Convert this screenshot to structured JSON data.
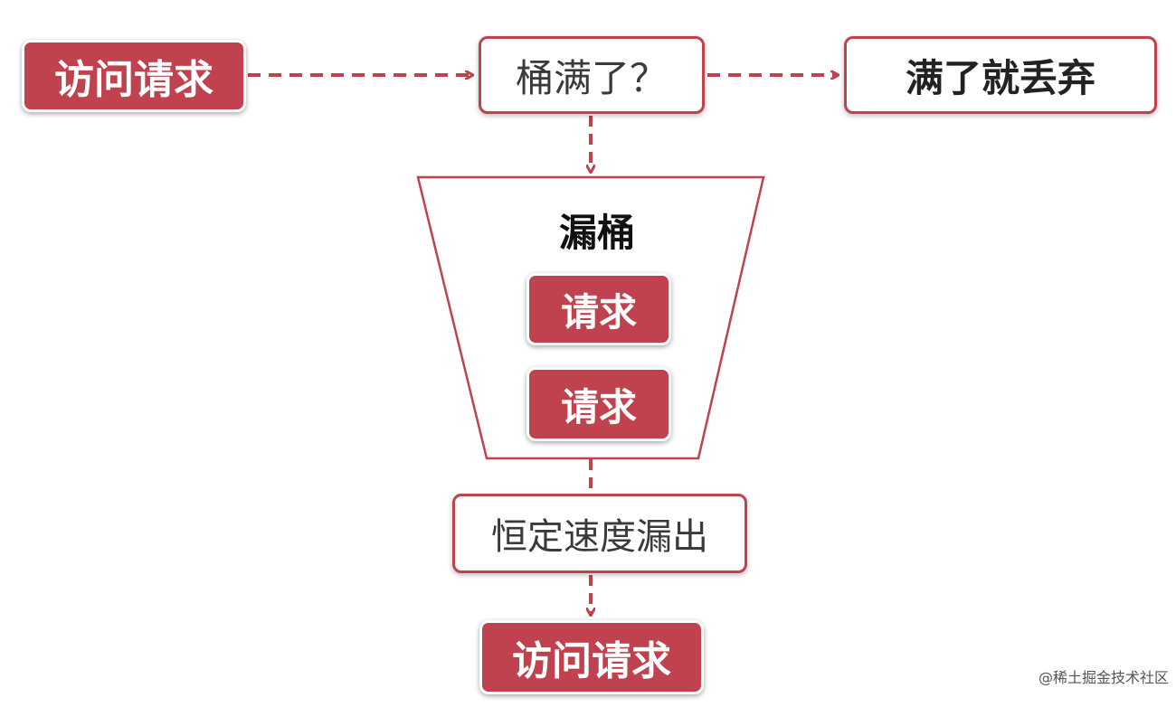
{
  "diagram": {
    "nodes": {
      "request_in": "访问请求",
      "bucket_full_question": "桶满了？",
      "full_discard": "满了就丢弃",
      "bucket_title": "漏桶",
      "queued_request_1": "请求",
      "queued_request_2": "请求",
      "constant_leak": "恒定速度漏出",
      "request_out": "访问请求"
    },
    "watermark": "@稀土掘金技术社区",
    "colors": {
      "accent": "#c0424e",
      "text_dark": "#3a3a3a"
    }
  }
}
